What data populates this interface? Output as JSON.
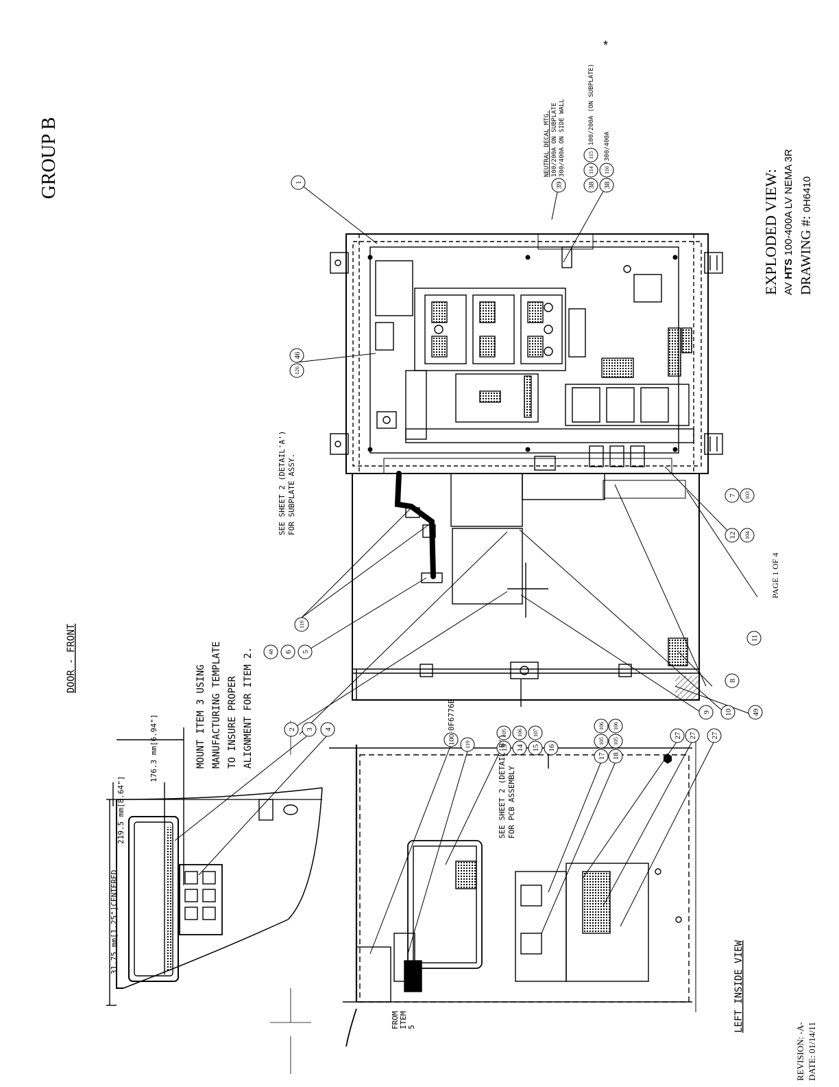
{
  "sheet": {
    "group": "GROUP B",
    "title": "EXPLODED VIEW:",
    "subtitle_prefix": "AV ",
    "subtitle_bold": "HTS",
    "subtitle_rest": " 100-400A LV NEMA 3R",
    "drawing_label": "DRAWING #: ",
    "drawing_number": "0H6410",
    "page": "PAGE 1 OF 4",
    "revision": "REVISION: -A-",
    "date": "DATE:  01/14/11",
    "asterisk": "*"
  },
  "door_front": {
    "title": "DOOR - FRONT",
    "dim_left": "31.75 mm[1.25\"]CENTERED",
    "dim_mid": "219.5 mm[8.64\"]",
    "dim_height": "176.3 mm[6.94\"]",
    "note": [
      "MOUNT ITEM 3 USING",
      "MANUFACTURING TEMPLATE",
      "TO INSURE PROPER",
      "ALIGNMENT FOR ITEM 2."
    ]
  },
  "left_inside": {
    "title": "LEFT INSIDE VIEW",
    "from_item": [
      "FROM",
      "ITEM",
      "5"
    ],
    "note_b": [
      "SEE SHEET 2 (DETAIL'B')",
      "FOR PCB ASSEMBLY"
    ],
    "part_48": "0F6776B"
  },
  "main_view": {
    "note_a": [
      "SEE SHEET 2 (DETAIL'A')",
      "FOR SUBPLATE ASSY."
    ],
    "neutral_note": [
      "NEUTRAL DECAL MTG.",
      "100/200A ON SUBPLATE",
      "300/400A ON SIDE WALL"
    ],
    "lug_note_1": "100/200A (ON SUBPLATE)",
    "lug_note_2": "300/400A"
  },
  "balloons": [
    "1",
    "2",
    "3",
    "4",
    "5",
    "6",
    "7",
    "8",
    "9",
    "10",
    "11",
    "12",
    "13",
    "14",
    "15",
    "16",
    "17",
    "18",
    "27",
    "38",
    "39",
    "46",
    "48",
    "49",
    "100",
    "103",
    "104",
    "105",
    "106",
    "107",
    "114",
    "115",
    "116",
    "119",
    "126"
  ]
}
